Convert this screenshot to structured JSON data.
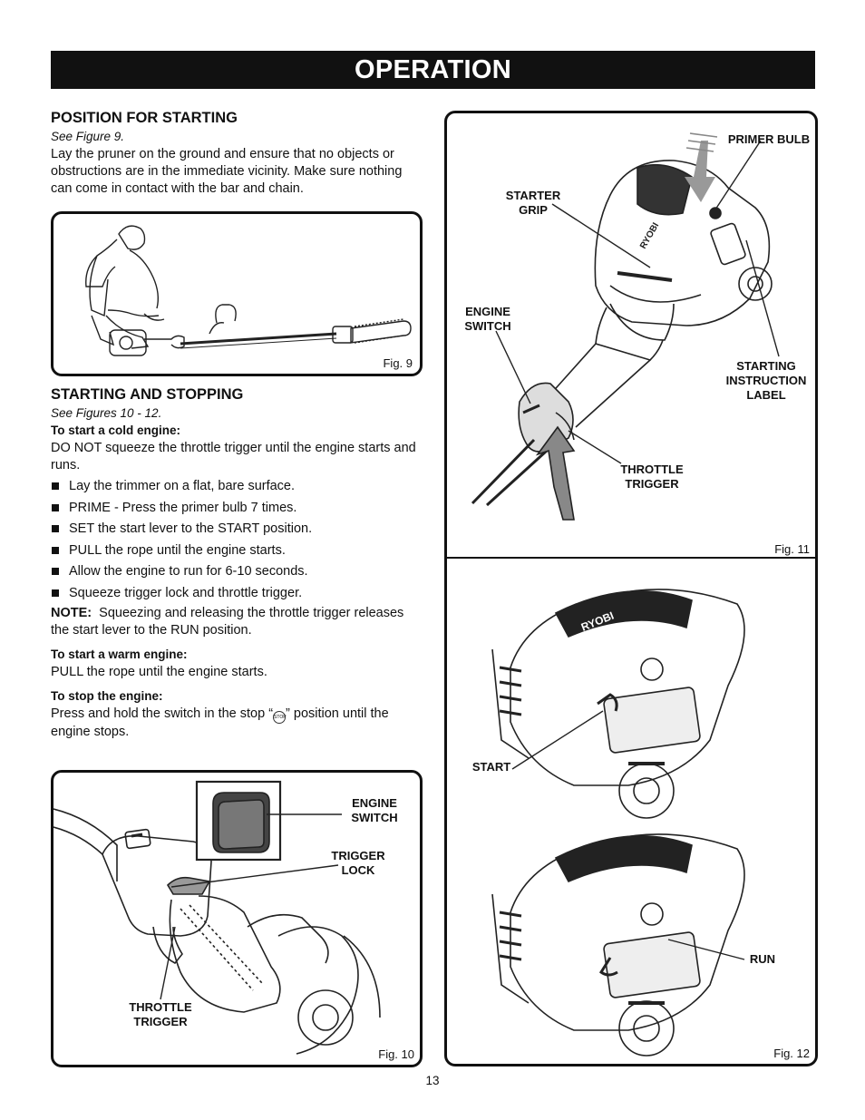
{
  "header": {
    "title": "OPERATION"
  },
  "position_section": {
    "heading": "POSITION FOR STARTING",
    "see": "See Figure 9.",
    "body": "Lay the pruner on the ground and ensure that no objects or obstructions are in the immediate vicinity. Make sure nothing can come in contact with the bar and chain."
  },
  "fig9": {
    "label": "Fig. 9"
  },
  "starting_section": {
    "heading": "STARTING AND STOPPING",
    "see": "See Figures 10 - 12.",
    "cold_heading": "To start a cold engine:",
    "cold_intro": "DO NOT squeeze the throttle trigger until the engine starts and runs.",
    "steps": [
      "Lay the trimmer on a flat, bare surface.",
      "PRIME - Press the primer bulb 7 times.",
      "SET the start lever to the START position.",
      "PULL the rope until the engine starts.",
      "Allow the engine to run for 6-10 seconds.",
      "Squeeze trigger lock and throttle trigger."
    ],
    "note_label": "NOTE:",
    "note_text": "Squeezing and releasing the throttle trigger releases the start lever to the RUN position.",
    "warm_heading": "To start a warm engine:",
    "warm_text": "PULL the rope until the engine starts.",
    "stop_heading": "To stop the engine:",
    "stop_text_a": "Press and hold the switch in the stop “",
    "stop_icon_text": "STOP",
    "stop_text_b": "” position until the engine stops."
  },
  "fig10": {
    "label": "Fig. 10",
    "engine_switch": "ENGINE\nSWITCH",
    "trigger_lock": "TRIGGER\nLOCK",
    "throttle_trigger": "THROTTLE\nTRIGGER"
  },
  "fig11": {
    "label": "Fig. 11",
    "primer_bulb": "PRIMER BULB",
    "starter_grip": "STARTER\nGRIP",
    "engine_switch": "ENGINE\nSWITCH",
    "starting_instruction_label": "STARTING\nINSTRUCTION\nLABEL",
    "throttle_trigger": "THROTTLE\nTRIGGER",
    "brand": "RYOBI"
  },
  "fig12": {
    "label": "Fig. 12",
    "start": "START",
    "run": "RUN",
    "brand": "RYOBI"
  },
  "page_number": "13"
}
